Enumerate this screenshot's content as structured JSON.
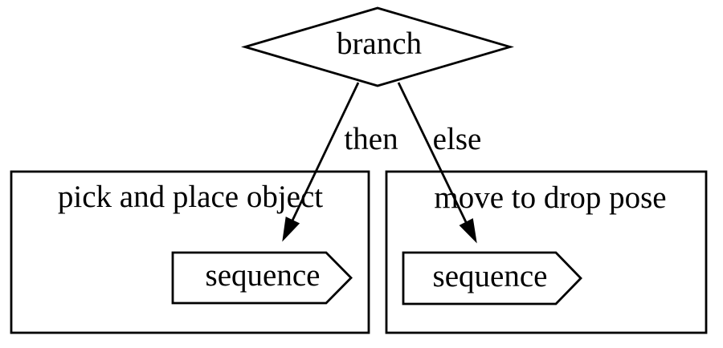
{
  "diagram": {
    "type": "behavior-tree-flowchart",
    "root_node": {
      "shape": "diamond",
      "label": "branch"
    },
    "edges": [
      {
        "label": "then",
        "from": "branch",
        "arrowhead": "filled-triangle"
      },
      {
        "label": "else",
        "from": "branch",
        "arrowhead": "filled-triangle"
      }
    ],
    "clusters": [
      {
        "title": "pick and place object",
        "child_node": {
          "shape": "right-pointing-pentagon",
          "label": "sequence"
        }
      },
      {
        "title": "move to drop pose",
        "child_node": {
          "shape": "right-pointing-pentagon",
          "label": "sequence"
        }
      }
    ],
    "colors": {
      "stroke": "#000000",
      "text": "#000000",
      "background": "#ffffff"
    }
  }
}
